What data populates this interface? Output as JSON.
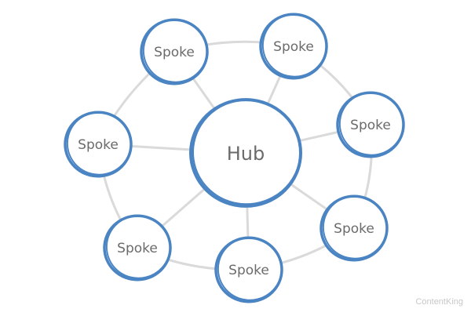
{
  "diagram": {
    "hub": {
      "label": "Hub"
    },
    "spokes": [
      {
        "id": "spoke-1",
        "label": "Spoke"
      },
      {
        "id": "spoke-2",
        "label": "Spoke"
      },
      {
        "id": "spoke-3",
        "label": "Spoke"
      },
      {
        "id": "spoke-4",
        "label": "Spoke"
      },
      {
        "id": "spoke-5",
        "label": "Spoke"
      },
      {
        "id": "spoke-6",
        "label": "Spoke"
      },
      {
        "id": "spoke-7",
        "label": "Spoke"
      }
    ]
  },
  "colors": {
    "ring": "#4a84c2",
    "connector": "#dadada",
    "label": "#6b6b6b",
    "watermark": "#c8c8c8"
  },
  "watermark": "ContentKing"
}
